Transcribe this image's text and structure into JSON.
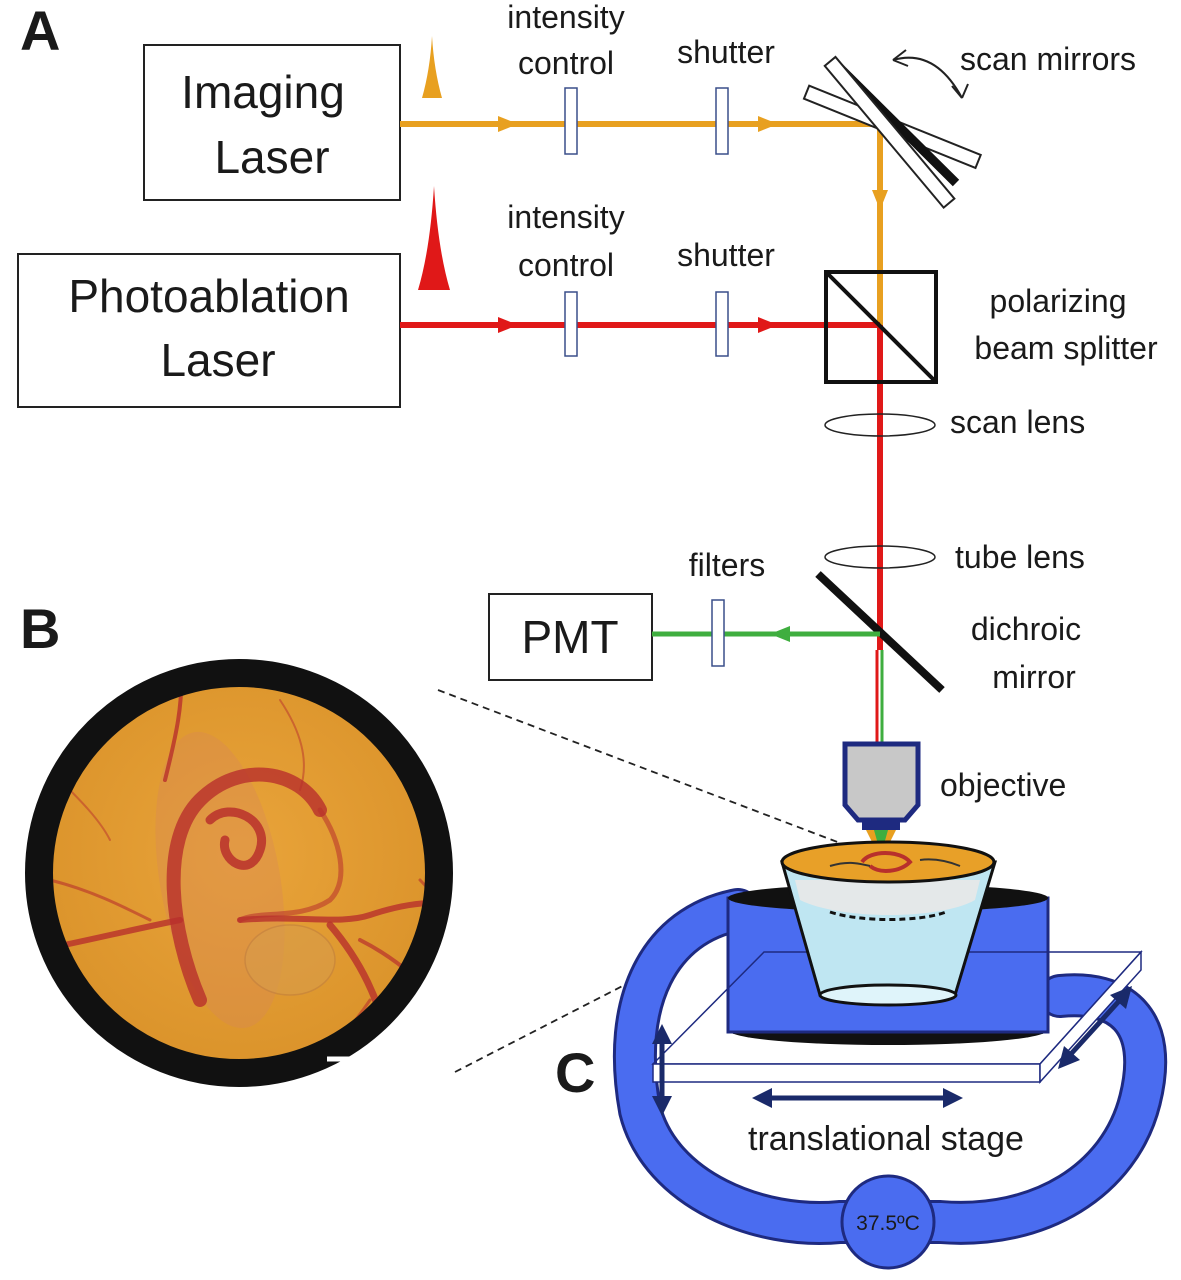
{
  "panels": {
    "a": "A",
    "b": "B",
    "c": "C"
  },
  "lasers": {
    "imaging": {
      "line1": "Imaging",
      "line2": "Laser"
    },
    "photoablation": {
      "line1": "Photoablation",
      "line2": "Laser"
    }
  },
  "components": {
    "intensity_control_1": {
      "line1": "intensity",
      "line2": "control"
    },
    "shutter_1": "shutter",
    "scan_mirrors": "scan mirrors",
    "intensity_control_2": {
      "line1": "intensity",
      "line2": "control"
    },
    "shutter_2": "shutter",
    "beam_splitter": {
      "line1": "polarizing",
      "line2": "beam splitter"
    },
    "scan_lens": "scan lens",
    "tube_lens": "tube lens",
    "filters": "filters",
    "pmt": "PMT",
    "dichroic": {
      "line1": "dichroic",
      "line2": "mirror"
    },
    "objective": "objective",
    "stage": "translational stage",
    "temperature": "37.5ºC"
  },
  "colors": {
    "imaging_beam": "#E8A020",
    "ablation_beam": "#E01818",
    "emission_beam": "#3FAE3F",
    "heater": "#4A6CF0",
    "heater_dark": "#1E2A80",
    "arrow_navy": "#1A2A6A",
    "embryo_bg": "#E8A028",
    "vessel": "#B8302C"
  }
}
